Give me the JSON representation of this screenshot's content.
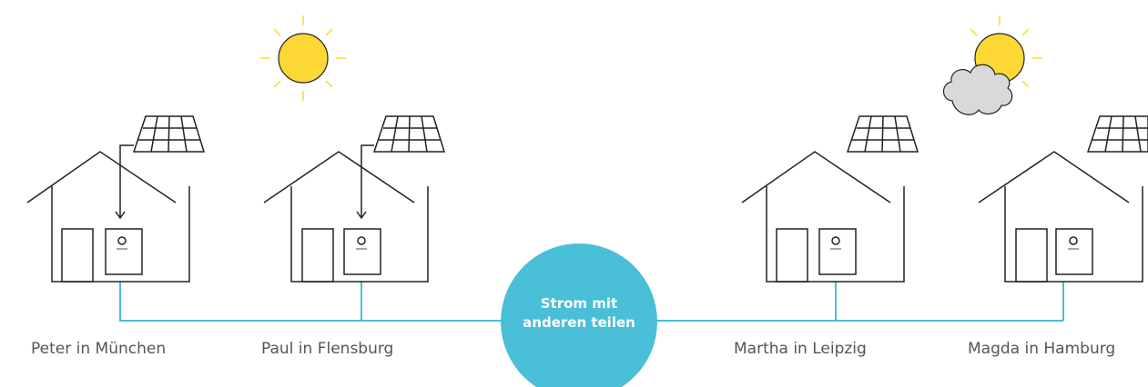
{
  "colors": {
    "line": "#222222",
    "grid": "#49bfd8",
    "sun": "#fdd835",
    "sun_ray": "#fdd835",
    "cloud": "#d9d9d9",
    "hub": "#49bfd8"
  },
  "hub": {
    "line1": "Strom mit",
    "line2": "anderen teilen"
  },
  "houses": [
    {
      "label": "Peter in München",
      "has_sun": false,
      "arrow": true
    },
    {
      "label": "Paul in Flensburg",
      "has_sun": true,
      "arrow": true
    },
    {
      "label": "Martha in Leipzig",
      "has_sun": false,
      "arrow": false
    },
    {
      "label": "Magda in Hamburg",
      "has_sun": true,
      "cloud": true,
      "arrow": false
    }
  ],
  "icons": [
    "sun-icon",
    "cloud-icon",
    "solar-panel-icon",
    "battery-icon",
    "house-icon"
  ]
}
